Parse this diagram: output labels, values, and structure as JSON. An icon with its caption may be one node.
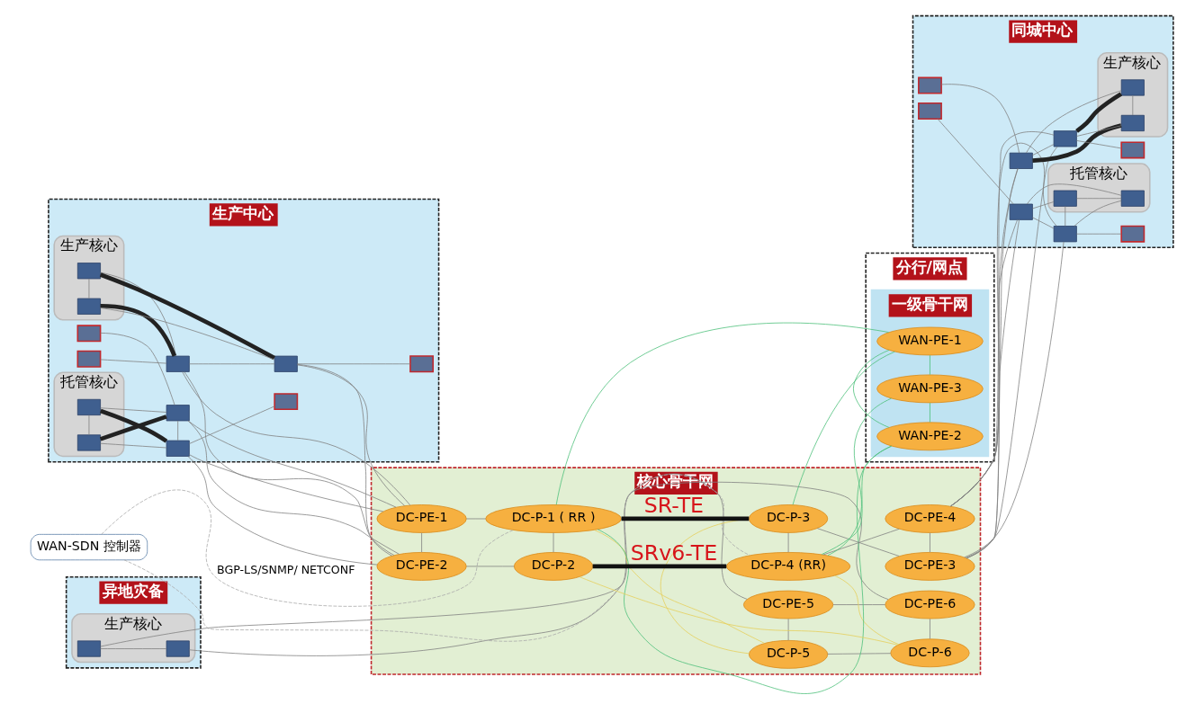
{
  "diagram": {
    "nodes": [
      {
        "text": [
          "异地灾备"
        ]
      },
      {
        "text": [
          "生产核心"
        ],
        "in": 0
      },
      {
        "text": [],
        "shape": "switch",
        "in": 1
      },
      {
        "text": [],
        "shape": "switch",
        "in": 1
      },
      {
        "text": [
          "WAN-SDN 控制器"
        ]
      },
      {
        "text": [
          "核心骨干网"
        ]
      },
      {
        "text": [
          "DC-PE-5"
        ],
        "in": 5
      },
      {
        "text": [
          "DC-PE-6"
        ],
        "in": 5
      },
      {
        "text": [
          "DC-P-5"
        ],
        "in": 5
      },
      {
        "text": [
          "DC-P-6"
        ],
        "in": 5
      },
      {
        "text": [
          "DC-PE-1"
        ],
        "in": 5
      },
      {
        "text": [
          "DC-P-1 ( RR )"
        ],
        "in": 5
      },
      {
        "text": [
          "DC-P-3"
        ],
        "in": 5
      },
      {
        "text": [
          "DC-PE-3"
        ],
        "in": 5
      },
      {
        "text": [
          "DC-PE-2"
        ],
        "in": 5
      },
      {
        "text": [
          "DC-P-2"
        ],
        "in": 5
      },
      {
        "text": [
          "DC-P-4 (RR)"
        ],
        "in": 5
      },
      {
        "text": [
          "DC-PE-4"
        ],
        "in": 5
      },
      {
        "text": [
          "生产中心"
        ]
      },
      {
        "text": [
          "生产核心"
        ],
        "in": 18
      },
      {
        "text": [],
        "shape": "switch",
        "in": 19
      },
      {
        "text": [],
        "shape": "switch",
        "in": 19
      },
      {
        "text": [],
        "shape": "firewall",
        "in": 18
      },
      {
        "text": [],
        "shape": "switch",
        "in": 18
      },
      {
        "text": [],
        "shape": "switch",
        "in": 18
      },
      {
        "text": [],
        "shape": "firewall",
        "in": 18
      },
      {
        "text": [],
        "shape": "firewall",
        "in": 18
      },
      {
        "text": [],
        "shape": "switch",
        "in": 18
      },
      {
        "text": [
          "托管核心"
        ],
        "in": 18
      },
      {
        "text": [],
        "shape": "switch",
        "in": 28
      },
      {
        "text": [],
        "shape": "switch",
        "in": 28
      },
      {
        "text": [],
        "shape": "switch",
        "in": 18
      },
      {
        "text": [],
        "shape": "firewall",
        "in": 18
      },
      {
        "text": [
          "同城中心"
        ]
      },
      {
        "text": [],
        "shape": "firewall",
        "in": 33
      },
      {
        "text": [],
        "shape": "switch",
        "in": 33
      },
      {
        "text": [],
        "shape": "switch",
        "in": 33
      },
      {
        "text": [
          "生产核心"
        ],
        "in": 33
      },
      {
        "text": [],
        "shape": "switch",
        "in": 37
      },
      {
        "text": [],
        "shape": "switch",
        "in": 37
      },
      {
        "text": [],
        "shape": "firewall",
        "in": 33
      },
      {
        "text": [],
        "shape": "firewall",
        "in": 33
      },
      {
        "text": [],
        "shape": "switch",
        "in": 33
      },
      {
        "text": [],
        "shape": "switch",
        "in": 33
      },
      {
        "text": [
          "托管核心"
        ],
        "in": 33
      },
      {
        "text": [],
        "shape": "switch",
        "in": 44
      },
      {
        "text": [],
        "shape": "switch",
        "in": 44
      },
      {
        "text": [],
        "shape": "firewall",
        "in": 33
      },
      {
        "text": [
          "分行/网点"
        ]
      },
      {
        "text": [
          "一级骨干网"
        ],
        "in": 48
      },
      {
        "text": [
          "WAN-PE-1"
        ],
        "in": 49
      },
      {
        "text": [
          "WAN-PE-3"
        ],
        "in": 49
      },
      {
        "text": [
          "WAN-PE-2"
        ],
        "in": 49
      }
    ],
    "edges": [
      {
        "from": 2,
        "to": 3,
        "arrow": "none"
      },
      {
        "from": 2,
        "to": 6,
        "arrow": "none"
      },
      {
        "from": 3,
        "to": 7,
        "arrow": "none"
      },
      {
        "from": 4,
        "to": 11,
        "arrow": "none",
        "label": "BGP-LS/SNMP/ NETCONF",
        "style": "dashed",
        "color": "#aaaaaa"
      },
      {
        "from": 4,
        "to": 16,
        "arrow": "none",
        "style": "dashed",
        "color": "#aaaaaa"
      },
      {
        "from": 6,
        "to": 7,
        "arrow": "none"
      },
      {
        "from": 6,
        "to": 8,
        "arrow": "none"
      },
      {
        "from": 7,
        "to": 9,
        "arrow": "none"
      },
      {
        "from": 8,
        "to": 9,
        "arrow": "none"
      },
      {
        "from": 8,
        "to": 11,
        "arrow": "none",
        "color": "#e6cf5a"
      },
      {
        "from": 8,
        "to": 12,
        "arrow": "none",
        "color": "#e6cf5a"
      },
      {
        "from": 9,
        "to": 15,
        "arrow": "none",
        "color": "#e6cf5a"
      },
      {
        "from": 9,
        "to": 16,
        "arrow": "none",
        "color": "#e6cf5a"
      },
      {
        "from": 10,
        "to": 11,
        "arrow": "none"
      },
      {
        "from": 10,
        "to": 14,
        "arrow": "none"
      },
      {
        "from": 11,
        "to": 15,
        "arrow": "none"
      },
      {
        "from": 14,
        "to": 15,
        "arrow": "none"
      },
      {
        "from": 11,
        "to": 12,
        "arrow": "none",
        "label": "SR-TE",
        "style": "thick",
        "color": "#111111"
      },
      {
        "from": 15,
        "to": 16,
        "arrow": "none",
        "label": "SRv6-TE",
        "style": "thick",
        "color": "#111111"
      },
      {
        "from": 12,
        "to": 13,
        "arrow": "none"
      },
      {
        "from": 12,
        "to": 16,
        "arrow": "none"
      },
      {
        "from": 13,
        "to": 17,
        "arrow": "none"
      },
      {
        "from": 16,
        "to": 17,
        "arrow": "none"
      },
      {
        "from": 20,
        "to": 21,
        "arrow": "none"
      },
      {
        "from": 20,
        "to": 23,
        "arrow": "none"
      },
      {
        "from": 20,
        "to": 24,
        "arrow": "none",
        "style": "thick",
        "color": "#222222"
      },
      {
        "from": 21,
        "to": 23,
        "arrow": "none",
        "style": "thick",
        "color": "#222222"
      },
      {
        "from": 21,
        "to": 24,
        "arrow": "none"
      },
      {
        "from": 22,
        "to": 23,
        "arrow": "none"
      },
      {
        "from": 23,
        "to": 24,
        "arrow": "none"
      },
      {
        "from": 24,
        "to": 25,
        "arrow": "none"
      },
      {
        "from": 26,
        "to": 27,
        "arrow": "none"
      },
      {
        "from": 29,
        "to": 30,
        "arrow": "none"
      },
      {
        "from": 29,
        "to": 27,
        "arrow": "none"
      },
      {
        "from": 29,
        "to": 31,
        "arrow": "none",
        "style": "thick",
        "color": "#222222"
      },
      {
        "from": 30,
        "to": 27,
        "arrow": "none",
        "style": "thick",
        "color": "#222222"
      },
      {
        "from": 30,
        "to": 31,
        "arrow": "none"
      },
      {
        "from": 27,
        "to": 31,
        "arrow": "none"
      },
      {
        "from": 31,
        "to": 32,
        "arrow": "none"
      },
      {
        "from": 23,
        "to": 10,
        "arrow": "none"
      },
      {
        "from": 23,
        "to": 14,
        "arrow": "none"
      },
      {
        "from": 24,
        "to": 10,
        "arrow": "none"
      },
      {
        "from": 24,
        "to": 14,
        "arrow": "none"
      },
      {
        "from": 27,
        "to": 10,
        "arrow": "none"
      },
      {
        "from": 27,
        "to": 14,
        "arrow": "none"
      },
      {
        "from": 31,
        "to": 10,
        "arrow": "none"
      },
      {
        "from": 31,
        "to": 14,
        "arrow": "none"
      },
      {
        "from": 13,
        "to": 35,
        "arrow": "none"
      },
      {
        "from": 13,
        "to": 36,
        "arrow": "none"
      },
      {
        "from": 13,
        "to": 42,
        "arrow": "none"
      },
      {
        "from": 13,
        "to": 43,
        "arrow": "none"
      },
      {
        "from": 17,
        "to": 35,
        "arrow": "none"
      },
      {
        "from": 17,
        "to": 36,
        "arrow": "none"
      },
      {
        "from": 17,
        "to": 42,
        "arrow": "none"
      },
      {
        "from": 17,
        "to": 43,
        "arrow": "none"
      },
      {
        "from": 34,
        "to": 35,
        "arrow": "none"
      },
      {
        "from": 35,
        "to": 36,
        "arrow": "none"
      },
      {
        "from": 35,
        "to": 38,
        "arrow": "none"
      },
      {
        "from": 35,
        "to": 39,
        "arrow": "none",
        "style": "thick",
        "color": "#222222"
      },
      {
        "from": 36,
        "to": 38,
        "arrow": "none",
        "style": "thick",
        "color": "#222222"
      },
      {
        "from": 36,
        "to": 39,
        "arrow": "none"
      },
      {
        "from": 38,
        "to": 39,
        "arrow": "none"
      },
      {
        "from": 36,
        "to": 40,
        "arrow": "none"
      },
      {
        "from": 41,
        "to": 42,
        "arrow": "none"
      },
      {
        "from": 42,
        "to": 43,
        "arrow": "none"
      },
      {
        "from": 42,
        "to": 45,
        "arrow": "none"
      },
      {
        "from": 42,
        "to": 46,
        "arrow": "none"
      },
      {
        "from": 43,
        "to": 45,
        "arrow": "none"
      },
      {
        "from": 43,
        "to": 46,
        "arrow": "none"
      },
      {
        "from": 45,
        "to": 46,
        "arrow": "none"
      },
      {
        "from": 43,
        "to": 47,
        "arrow": "none"
      },
      {
        "from": 11,
        "to": 50,
        "arrow": "none",
        "color": "#4cbf7a"
      },
      {
        "from": 11,
        "to": 52,
        "arrow": "none",
        "color": "#4cbf7a"
      },
      {
        "from": 12,
        "to": 50,
        "arrow": "none",
        "color": "#4cbf7a"
      },
      {
        "from": 16,
        "to": 51,
        "arrow": "none",
        "color": "#4cbf7a"
      },
      {
        "from": 16,
        "to": 52,
        "arrow": "none",
        "color": "#4cbf7a"
      },
      {
        "from": 50,
        "to": 51,
        "arrow": "none",
        "color": "#4cbf7a"
      },
      {
        "from": 50,
        "to": 52,
        "arrow": "none",
        "color": "#4cbf7a"
      },
      {
        "from": 51,
        "to": 52,
        "arrow": "none",
        "color": "#4cbf7a"
      }
    ]
  }
}
